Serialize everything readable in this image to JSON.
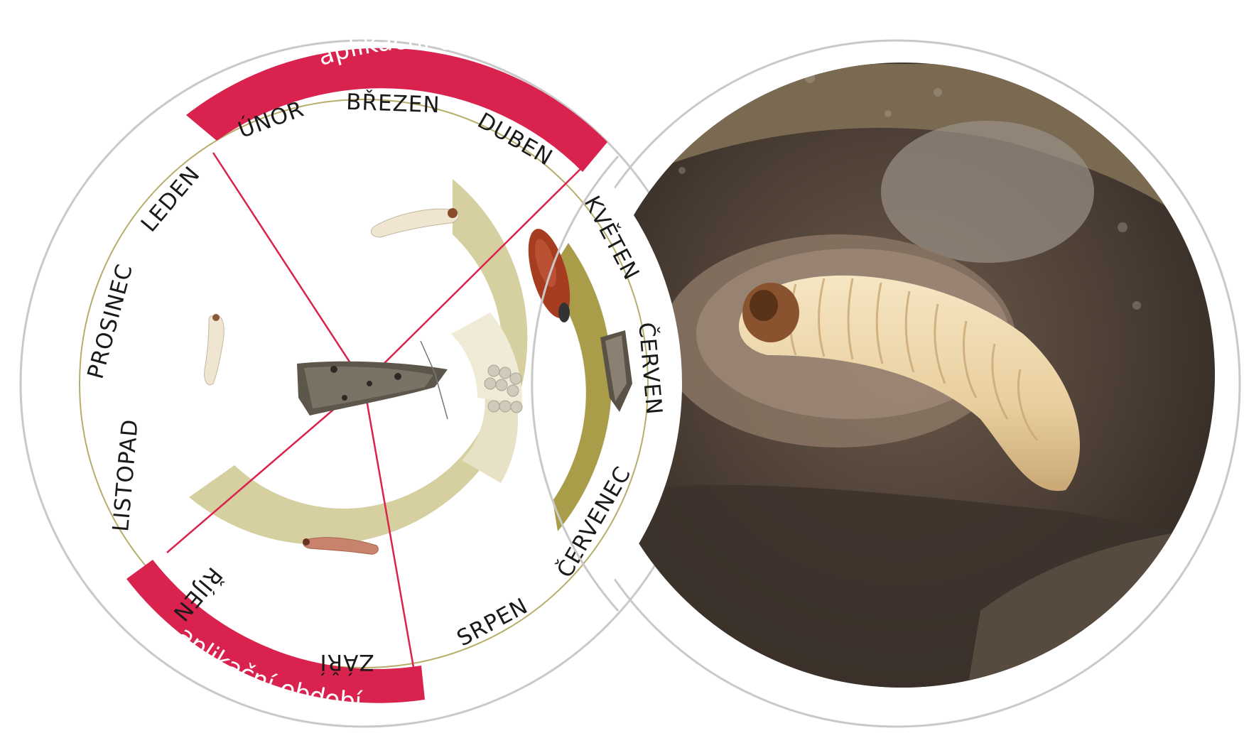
{
  "diagram": {
    "months": [
      "LEDEN",
      "ÚNOR",
      "BŘEZEN",
      "DUBEN",
      "KVĚTEN",
      "ČERVEN",
      "ČERVENEC",
      "SRPEN",
      "ZÁŘÍ",
      "ŘÍJEN",
      "LISTOPAD",
      "PROSINEC"
    ],
    "application_band_top": "aplikační období",
    "application_band_bottom": "aplikační období"
  },
  "colors": {
    "accent_red": "#d9224d",
    "ring_olive": "#d6cfa0",
    "ring_dark_olive": "#a99d4a",
    "ring_light": "#e7e2c6",
    "outline_gray": "#c9c9c9"
  },
  "icons": [
    "moth-icon",
    "larva-icon",
    "pupa-icon",
    "eggs-icon",
    "larva-in-cocoon-photo"
  ]
}
